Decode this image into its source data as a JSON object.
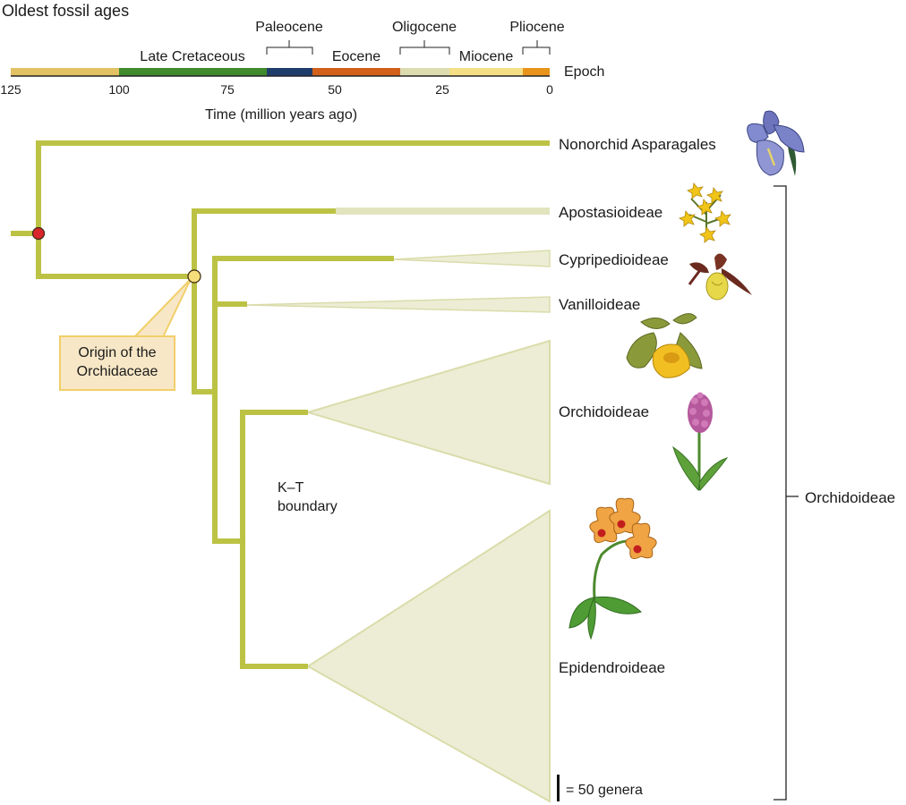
{
  "header": {
    "title": "Oldest fossil ages",
    "epoch_label": "Epoch",
    "axis_title": "Time (million years ago)"
  },
  "timescale": {
    "ticks": [
      125,
      100,
      75,
      50,
      25,
      0
    ],
    "epochs": [
      {
        "name": "",
        "start": 125,
        "end": 100,
        "color": "#e2c262"
      },
      {
        "name": "Late Cretaceous",
        "start": 100,
        "end": 66,
        "color": "#3f8a2c"
      },
      {
        "name": "Paleocene",
        "start": 66,
        "end": 56,
        "color": "#1e3d6b"
      },
      {
        "name": "Eocene",
        "start": 56,
        "end": 34,
        "color": "#d2601a"
      },
      {
        "name": "Oligocene",
        "start": 34,
        "end": 23,
        "color": "#dcdcaf"
      },
      {
        "name": "Miocene",
        "start": 23,
        "end": 5,
        "color": "#f5df86"
      },
      {
        "name": "Pliocene",
        "start": 5,
        "end": 0,
        "color": "#e8941a"
      }
    ]
  },
  "taxa": {
    "nonorchid": "Nonorchid Asparagales",
    "apostasioideae": "Apostasioideae",
    "cypripedioideae": "Cypripedioideae",
    "vanilloideae": "Vanilloideae",
    "orchidoideae": "Orchidoideae",
    "epidendroideae": "Epidendroideae"
  },
  "annotations": {
    "origin_line1": "Origin of the",
    "origin_line2": "Orchidaceae",
    "kt_line1": "K–T",
    "kt_line2": "boundary",
    "group_bracket": "Orchidoideae",
    "scale_bar": "= 50 genera"
  },
  "colors": {
    "branch": "#bcc244",
    "clade_fill": "#ecedd4",
    "clade_stroke": "#dadcab",
    "root_node": "#d9262c",
    "origin_node": "#f5dd7a",
    "callout_fill": "#f7e7c6",
    "callout_border": "#f2cf6a"
  }
}
